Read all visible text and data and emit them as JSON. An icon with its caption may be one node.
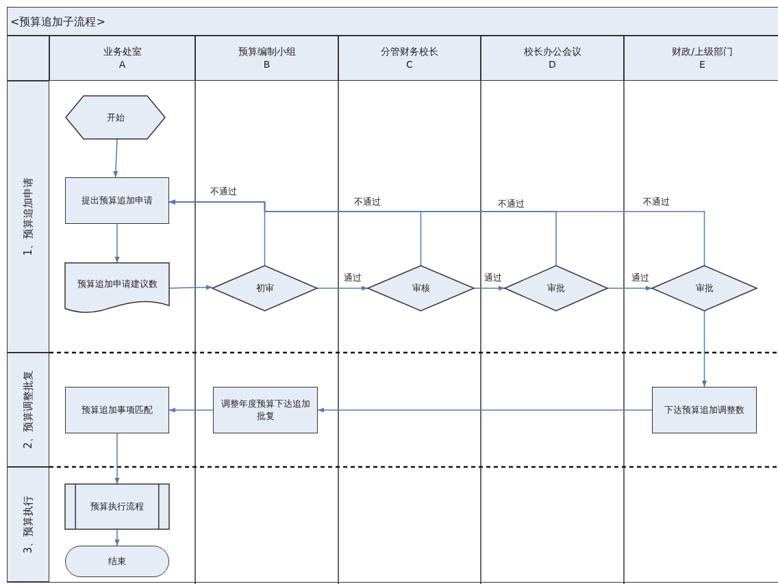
{
  "diagram": {
    "title": "<预算追加子流程>",
    "nodes": [
      {
        "text": [
          "业务处室 A"
        ]
      },
      {
        "text": [
          "预算编制小组 B"
        ]
      },
      {
        "text": [
          "分管财务校长 C"
        ]
      },
      {
        "text": [
          "校长办公会议 D"
        ]
      },
      {
        "text": [
          "财政/上级部门 E"
        ]
      },
      {
        "text": [
          "1、预算追加申请"
        ]
      },
      {
        "text": [
          "2、预算调整批复"
        ]
      },
      {
        "text": [
          "3、预算执行"
        ]
      },
      {
        "text": [
          "开始"
        ]
      },
      {
        "text": [
          "提出预算追加申请"
        ]
      },
      {
        "text": [
          "预算追加申请建议数"
        ]
      },
      {
        "text": [
          "初审"
        ]
      },
      {
        "text": [
          "审核"
        ]
      },
      {
        "text": [
          "审批"
        ]
      },
      {
        "text": [
          "审批"
        ]
      },
      {
        "text": [
          "预算追加事项匹配"
        ]
      },
      {
        "text": [
          "调整年度预算下达追加批复"
        ]
      },
      {
        "text": [
          "下达预算追加调整数"
        ]
      },
      {
        "text": [
          "预算执行流程"
        ]
      },
      {
        "text": [
          "结束"
        ]
      }
    ],
    "edges": [
      {
        "from": 8,
        "to": 9,
        "arrow": "to"
      },
      {
        "from": 9,
        "to": 10,
        "arrow": "to"
      },
      {
        "from": 10,
        "to": 11,
        "arrow": "to"
      },
      {
        "from": 11,
        "to": 12,
        "arrow": "to",
        "label": "通过"
      },
      {
        "from": 12,
        "to": 13,
        "arrow": "to",
        "label": "通过"
      },
      {
        "from": 13,
        "to": 14,
        "arrow": "to",
        "label": "通过"
      },
      {
        "from": 14,
        "to": 17,
        "arrow": "to"
      },
      {
        "from": 17,
        "to": 16,
        "arrow": "to"
      },
      {
        "from": 16,
        "to": 15,
        "arrow": "to"
      },
      {
        "from": 15,
        "to": 18,
        "arrow": "to"
      },
      {
        "from": 18,
        "to": 19,
        "arrow": "to"
      },
      {
        "from": 11,
        "to": 9,
        "arrow": "to",
        "label": "不通过"
      },
      {
        "from": 12,
        "to": 9,
        "arrow": "to",
        "label": "不通过"
      },
      {
        "from": 13,
        "to": 9,
        "arrow": "to",
        "label": "不通过"
      },
      {
        "from": 14,
        "to": 9,
        "arrow": "to",
        "label": "不通过"
      }
    ]
  }
}
